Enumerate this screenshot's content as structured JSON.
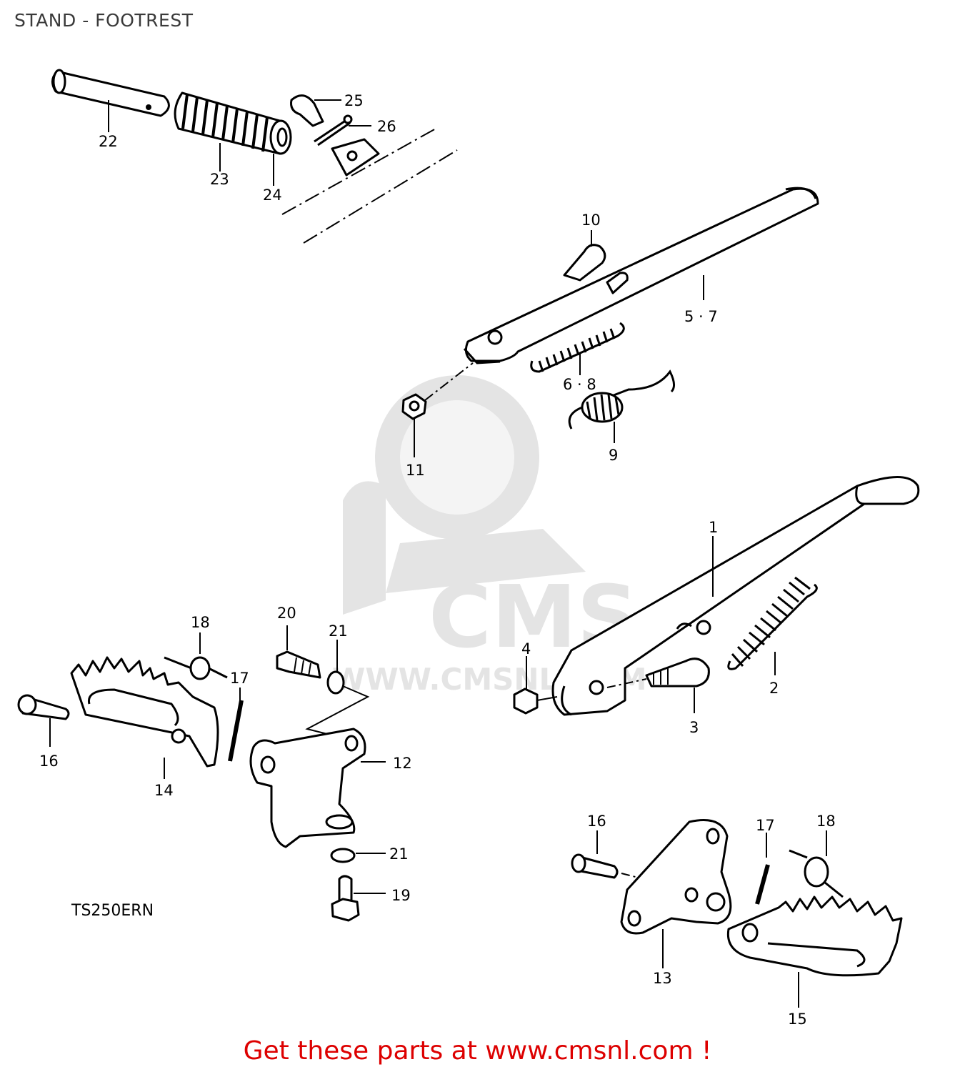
{
  "title": "STAND - FOOTREST",
  "model_code": "TS250ERN",
  "footer": {
    "text": "Get these parts at www.cmsnl.com !",
    "color": "#dd0000"
  },
  "watermark": {
    "brand": "CMS",
    "url": "WWW.CMSNL.COM",
    "color": "#e4e4e4"
  },
  "callouts": {
    "c1": "1",
    "c2": "2",
    "c3": "3",
    "c4": "4",
    "c57": "5 · 7",
    "c68": "6 · 8",
    "c9": "9",
    "c10": "10",
    "c11": "11",
    "c12": "12",
    "c13": "13",
    "c14": "14",
    "c15": "15",
    "c16a": "16",
    "c16b": "16",
    "c17a": "17",
    "c17b": "17",
    "c18a": "18",
    "c18b": "18",
    "c19": "19",
    "c20": "20",
    "c21a": "21",
    "c21b": "21",
    "c22": "22",
    "c23": "23",
    "c24": "24",
    "c25": "25",
    "c26": "26"
  }
}
